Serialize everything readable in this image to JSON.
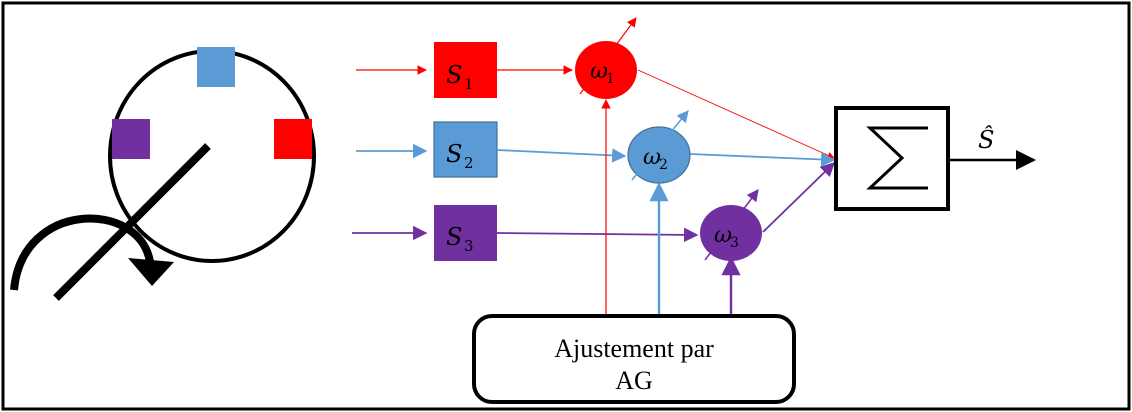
{
  "colors": {
    "red": "#ff0000",
    "blue": "#5b9bd5",
    "purple": "#7030a0",
    "black": "#000000"
  },
  "sensors": [
    {
      "symbol": "S",
      "sub": "1",
      "color": "red"
    },
    {
      "symbol": "S",
      "sub": "2",
      "color": "blue"
    },
    {
      "symbol": "S",
      "sub": "3",
      "color": "purple"
    }
  ],
  "weights": [
    {
      "symbol": "ω",
      "sub": "1",
      "color": "red"
    },
    {
      "symbol": "ω",
      "sub": "2",
      "color": "blue"
    },
    {
      "symbol": "ω",
      "sub": "3",
      "color": "purple"
    }
  ],
  "sum_symbol": "∑",
  "output_label": "Ŝ",
  "adjust_box": {
    "line1": "Ajustement par",
    "line2": "AG"
  }
}
